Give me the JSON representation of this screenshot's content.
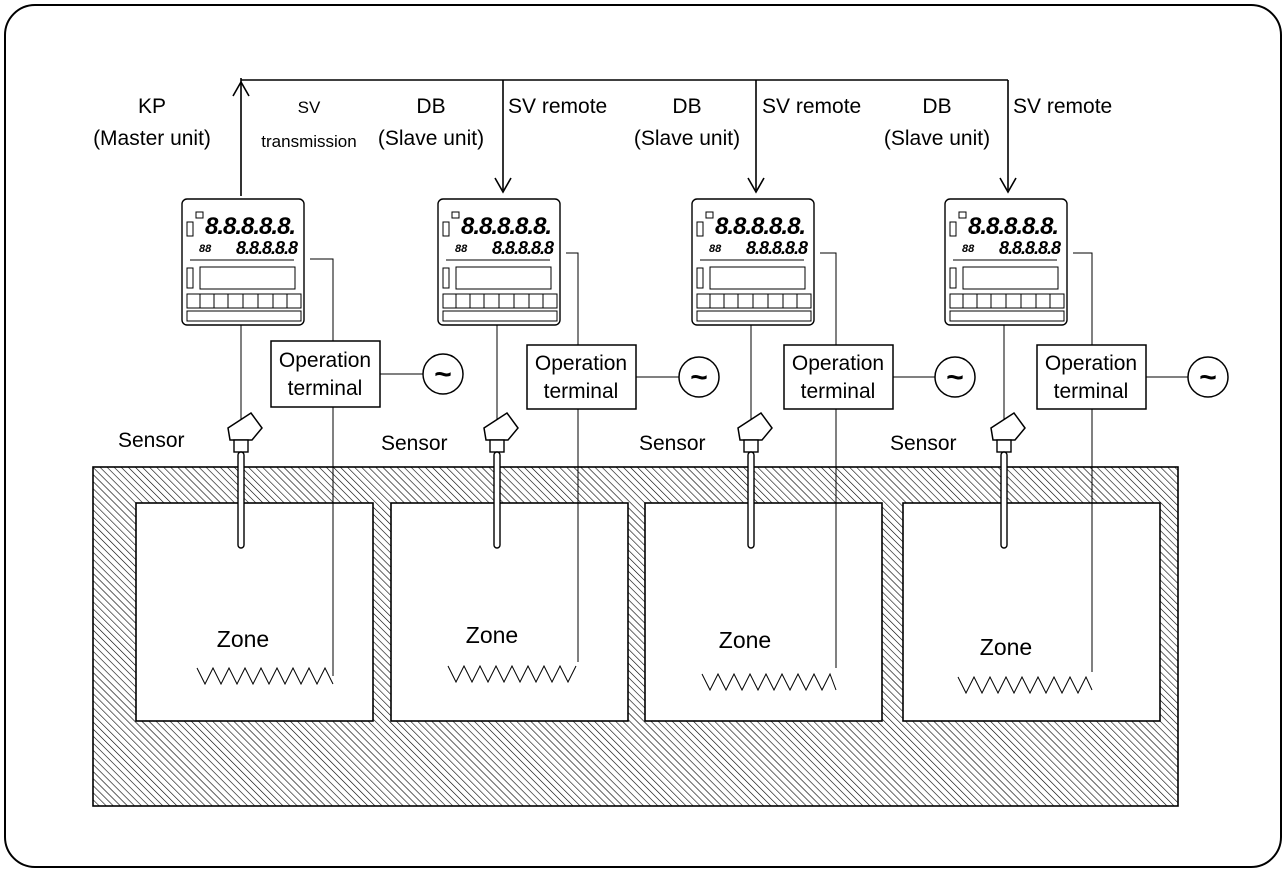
{
  "master": {
    "line1": "KP",
    "line2": "(Master unit)",
    "transmission_line1": "SV",
    "transmission_line2": "transmission"
  },
  "slaves": [
    {
      "line1": "DB",
      "line2": "(Slave unit)",
      "remote_label": "SV remote"
    },
    {
      "line1": "DB",
      "line2": "(Slave unit)",
      "remote_label": "SV remote"
    },
    {
      "line1": "DB",
      "line2": "(Slave unit)",
      "remote_label": "SV remote"
    }
  ],
  "zones": [
    {
      "terminal_line1": "Operation",
      "terminal_line2": "terminal",
      "sensor_label": "Sensor",
      "zone_label": "Zone"
    },
    {
      "terminal_line1": "Operation",
      "terminal_line2": "terminal",
      "sensor_label": "Sensor",
      "zone_label": "Zone"
    },
    {
      "terminal_line1": "Operation",
      "terminal_line2": "terminal",
      "sensor_label": "Sensor",
      "zone_label": "Zone"
    },
    {
      "terminal_line1": "Operation",
      "terminal_line2": "terminal",
      "sensor_label": "Sensor",
      "zone_label": "Zone"
    }
  ],
  "display": {
    "top": "8.8.8.8.8.",
    "bottom": "8.8.8.8.8",
    "small": "88"
  },
  "ac_symbol": "~"
}
